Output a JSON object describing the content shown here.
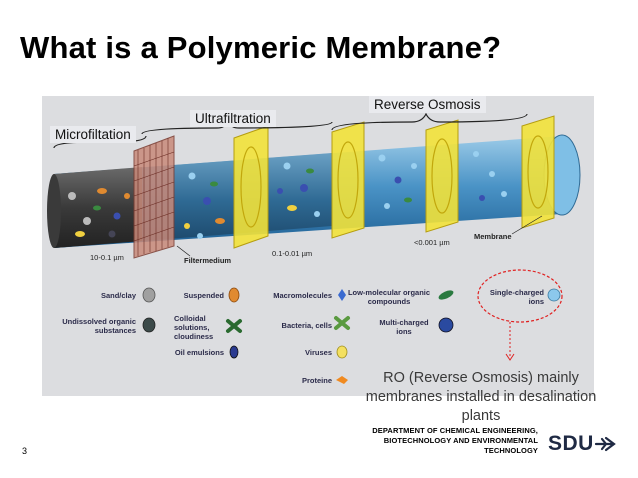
{
  "slide": {
    "title": "What is a Polymeric Membrane?",
    "page_number": "3",
    "caption": "RO (Reverse Osmosis) mainly membranes installed in desalination plants",
    "department": [
      "DEPARTMENT OF CHEMICAL ENGINEERING,",
      "BIOTECHNOLOGY AND ENVIRONMENTAL",
      "TECHNOLOGY"
    ],
    "logo_text": "SDU"
  },
  "figure": {
    "stages": {
      "microfiltration": "Microfiltation",
      "ultrafiltration": "Ultrafiltration",
      "reverse_osmosis": "Reverse Osmosis"
    },
    "pore_sizes": {
      "micro": "10-0.1 µm",
      "ultra": "0.1-0.01 µm",
      "ro": "<0.001 µm"
    },
    "labels": {
      "filtermedium": "Filtermedium",
      "membrane": "Membrane"
    },
    "legend": {
      "sand": "Sand/clay",
      "undissolved": [
        "Undissolved organic",
        "substances"
      ],
      "suspended": "Suspended",
      "colloidal": [
        "Colloidal",
        "solutions,",
        "cloudiness"
      ],
      "oil": "Oil emulsions",
      "macromolecules": "Macromolecules",
      "bacteria": "Bacteria, cells",
      "viruses": "Viruses",
      "proteine": "Proteine",
      "lowmol": [
        "Low-molecular organic",
        "compounds"
      ],
      "multicharged": [
        "Multi-charged",
        "ions"
      ],
      "singlecharged": [
        "Single-charged",
        "ions"
      ]
    },
    "colors": {
      "membrane_yellow": "#f2e23a",
      "tube_blue": "#5aa8d6",
      "highlight_red": "#e02020"
    }
  }
}
